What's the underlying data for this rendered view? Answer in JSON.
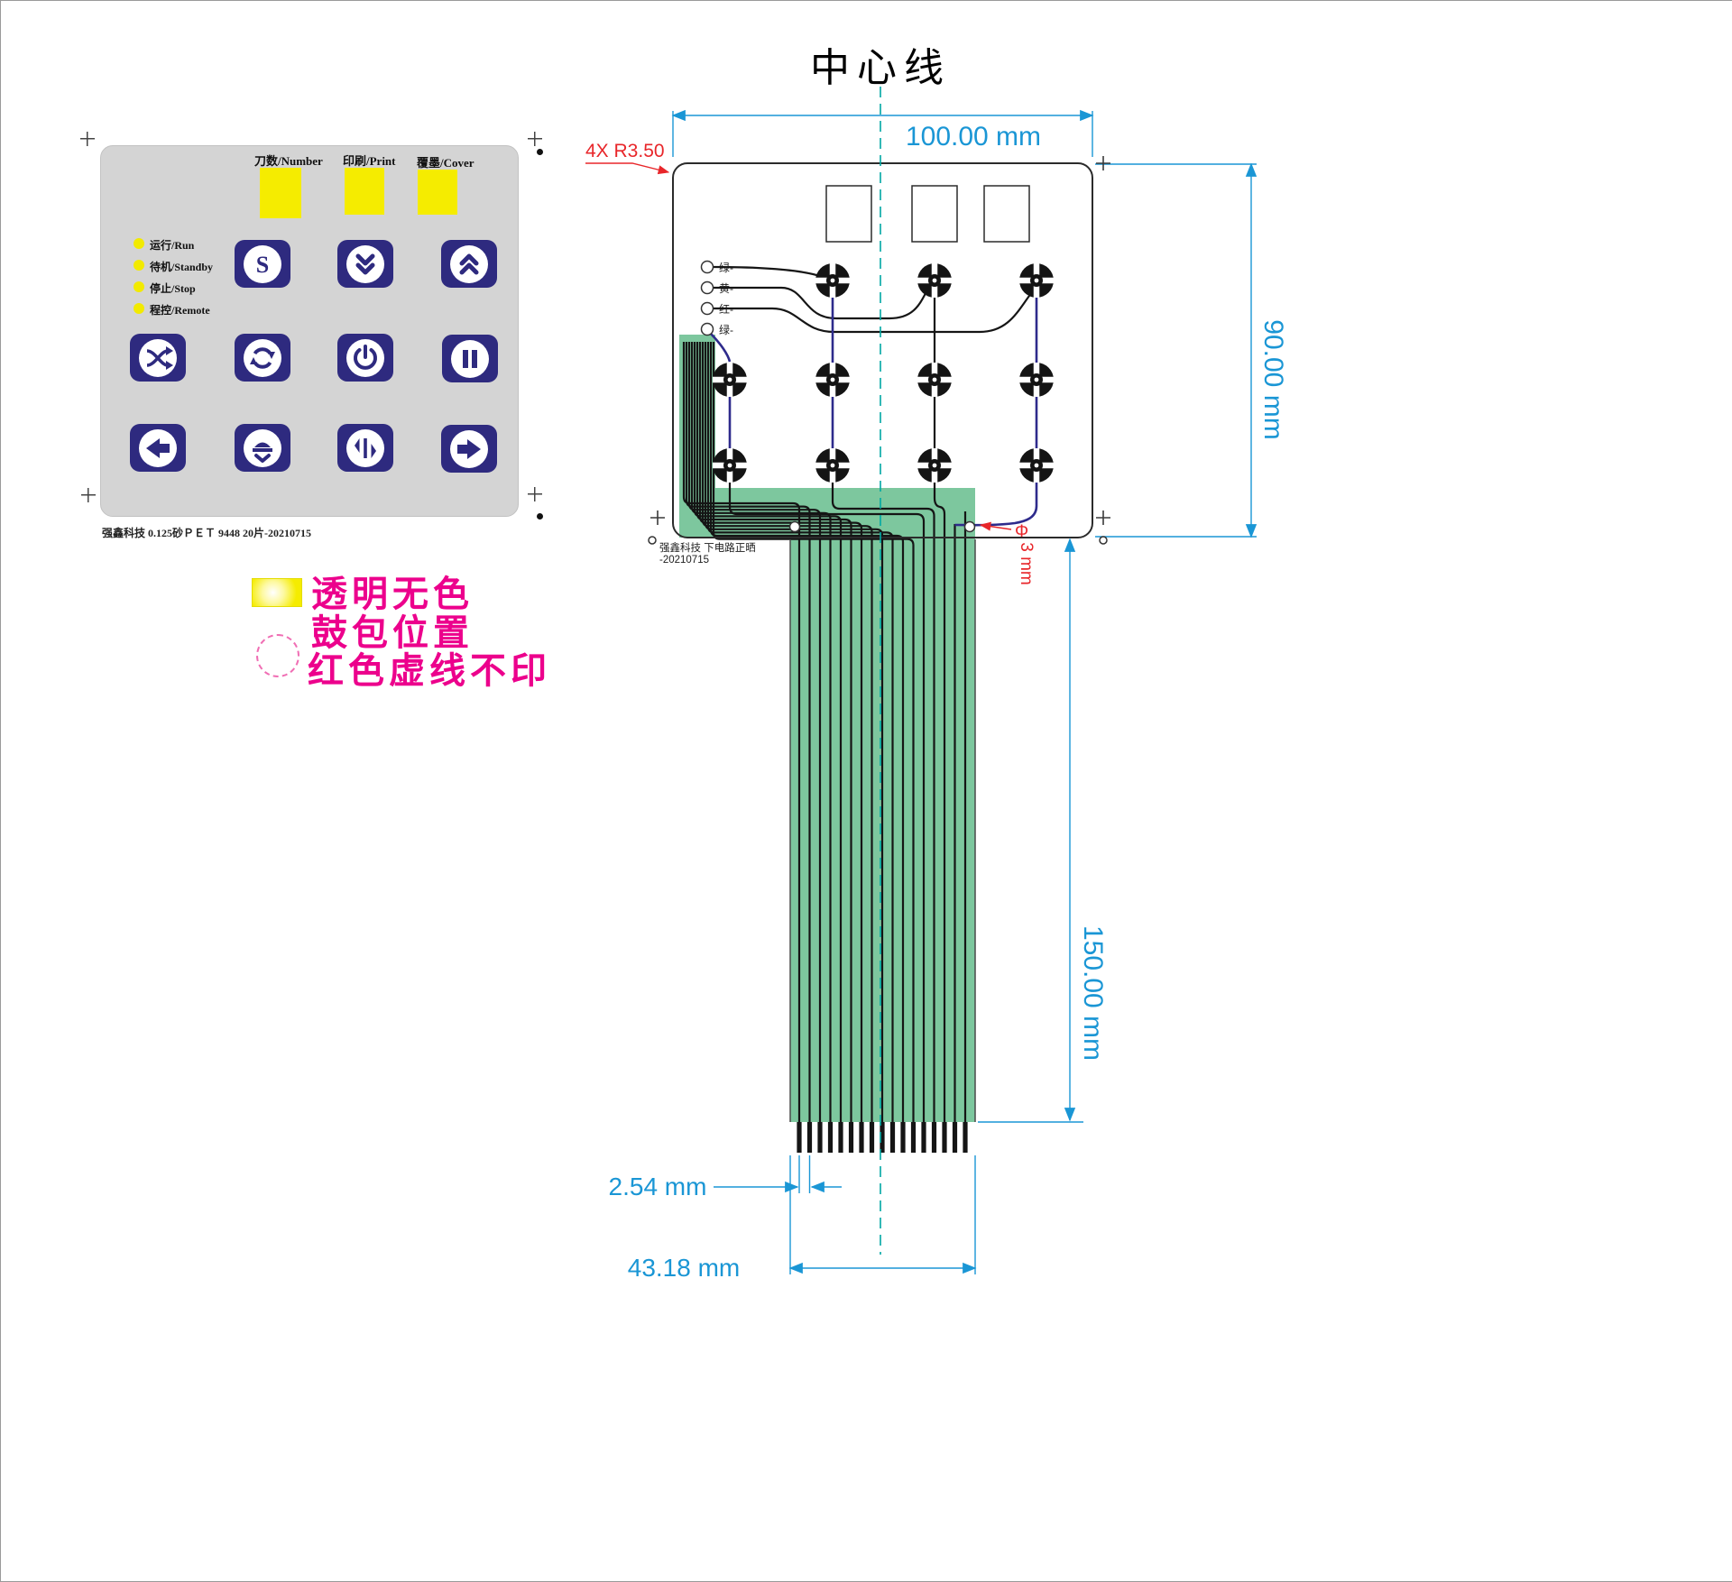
{
  "title": "中心线",
  "panel": {
    "top_labels": [
      {
        "label": "刀数/Number"
      },
      {
        "label": "印刷/Print"
      },
      {
        "label": "覆墨/Cover"
      }
    ],
    "indicators": [
      {
        "label": "运行/Run"
      },
      {
        "label": "待机/Standby"
      },
      {
        "label": "停止/Stop"
      },
      {
        "label": "程控/Remote"
      }
    ],
    "s_label": "S",
    "footer": "强鑫科技  0.125砂ＰＥＴ  9448  20片-20210715"
  },
  "legend": {
    "line1": "透明无色",
    "line2": "鼓包位置",
    "line3": "红色虚线不印"
  },
  "circuit": {
    "wire_labels": [
      "绿-",
      "黄-",
      "红-",
      "绿-"
    ],
    "note_line1": "强鑫科技  下电路正晒",
    "note_line2": "-20210715",
    "dims": {
      "width": "100.00 mm",
      "height": "90.00 mm",
      "tail_length": "150.00 mm",
      "pitch": "2.54 mm",
      "connector_width": "43.18 mm",
      "corner_radius": "4X R3.50",
      "hole_symbol": "Φ",
      "hole": "3 mm"
    }
  },
  "colors": {
    "accent_cyan": "#1a96d5",
    "magenta": "#ec008c",
    "red": "#e8262a",
    "navy": "#2e2a7f",
    "yellow": "#f5ec00",
    "green": "#7dc79e",
    "panel_gray": "#d4d4d4",
    "trace_blue": "#2e2b8c",
    "centerline_teal": "#00a7a3"
  }
}
